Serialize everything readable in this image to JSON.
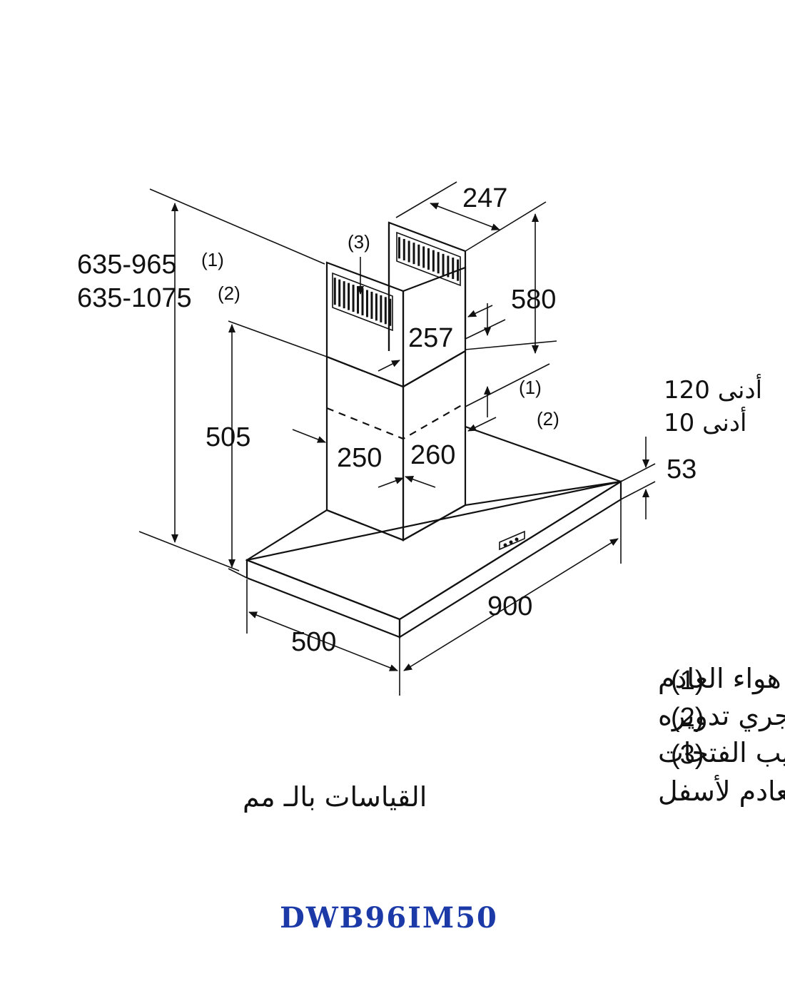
{
  "dimensions": {
    "height_exhaust": "635-965",
    "height_recirc": "635-1075",
    "ref_1": "(1)",
    "ref_2": "(2)",
    "ref_3": "(3)",
    "chimney_depth": "247",
    "chimney_upper": "580",
    "chimney_width_top": "257",
    "canopy_height": "505",
    "chimney_side_a": "250",
    "chimney_side_b": "260",
    "min_exhaust": "أدنى 120",
    "min_recirc": "أدنى 10",
    "hood_thickness": "53",
    "width": "900",
    "depth": "500"
  },
  "legend": {
    "item1_num": "(1)",
    "item1_text": "هواء العادم",
    "item2_num": "(2)",
    "item2_text": "الهواء الذي يجري تدويره",
    "item3_num": "(3)",
    "item3_text_line1": "مخرج تصريف الهواء - تركيب الفتحات",
    "item3_text_line2": "بالنسبة لهواء العادم لأسفل",
    "units_note": "القياسات بالـ مم"
  },
  "model": "DWB96IM50"
}
